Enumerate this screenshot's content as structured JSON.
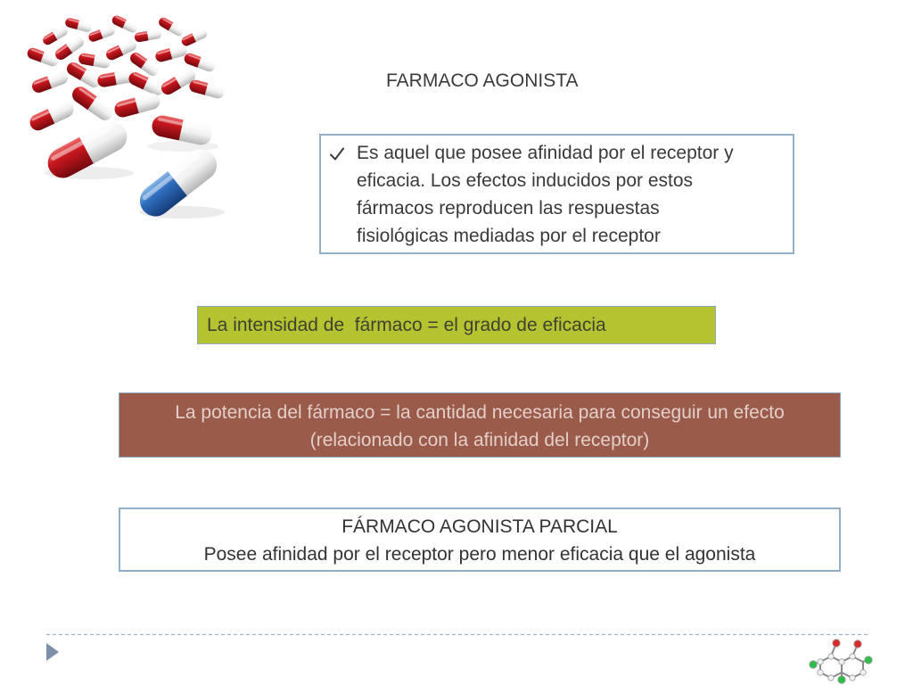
{
  "slide": {
    "title": "FARMACO AGONISTA",
    "definition": {
      "icon": "check-icon",
      "lines": [
        "Es aquel que posee afinidad por el receptor y",
        "eficacia. Los efectos inducidos por estos",
        "fármacos reproducen las respuestas",
        "fisiológicas mediadas por el receptor"
      ]
    },
    "intensity": {
      "text": "La intensidad de  fármaco = el grado de eficacia"
    },
    "potency": {
      "lines": [
        "La potencia del fármaco = la cantidad necesaria para conseguir un efecto",
        "(relacionado con la afinidad del receptor)"
      ]
    },
    "partial_agonist": {
      "heading": "FÁRMACO AGONISTA PARCIAL",
      "text": "Posee afinidad por el receptor pero menor eficacia que el agonista"
    }
  },
  "images": {
    "top_left": "pills-image",
    "bottom_right": "molecule-icon"
  },
  "footer": {
    "bullet_icon": "play-triangle-icon"
  },
  "colors": {
    "intensity_fill": "#B6C330",
    "potency_fill": "#9B5B4B",
    "box_border": "#94AEC6",
    "text": "#3A3A3A",
    "potency_text": "#E3CFC8",
    "bullet": "#7D8FA8"
  }
}
